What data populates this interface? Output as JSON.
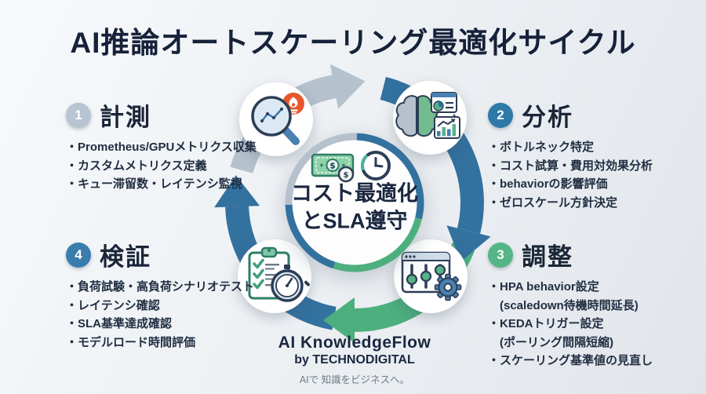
{
  "title": "AI推論オートスケーリング最適化サイクル",
  "center": {
    "line1": "コスト最適化",
    "line2": "とSLA遵守",
    "dollar_sign": "$"
  },
  "sections": [
    {
      "number": "1",
      "heading": "計測",
      "bullets": [
        "Prometheus/GPUメトリクス収集",
        "カスタムメトリクス定義",
        "キュー滞留数・レイテンシ監視"
      ]
    },
    {
      "number": "2",
      "heading": "分析",
      "bullets": [
        "ボトルネック特定",
        "コスト試算・費用対効果分析",
        "behaviorの影響評価",
        "ゼロスケール方針決定"
      ]
    },
    {
      "number": "3",
      "heading": "調整",
      "bullets": [
        "HPA behavior設定",
        "(scaledown待機時間延長)",
        "KEDAトリガー設定",
        "(ポーリング間隔短縮)",
        "スケーリング基準値の見直し"
      ]
    },
    {
      "number": "4",
      "heading": "検証",
      "bullets": [
        "負荷試験・高負荷シナリオテスト",
        "レイテンシ確認",
        "SLA基準達成確認",
        "モデルロード時間評価"
      ]
    }
  ],
  "footer": {
    "brand": "AI KnowledgeFlow",
    "byline": "by TECHNODIGITAL",
    "tagline": "AIで 知識をビジネスへ。"
  },
  "colors": {
    "title_text": "#16213a",
    "heading_text": "#1b2537",
    "arrow_gray": "#b5c1cd",
    "arrow_blue": "#33719f",
    "arrow_green": "#4daf7e",
    "badge_1": "#b7c4d2",
    "badge_2": "#2e79a8",
    "badge_3": "#55b586",
    "badge_4": "#3a7dad",
    "prometheus_orange": "#e8562d"
  }
}
